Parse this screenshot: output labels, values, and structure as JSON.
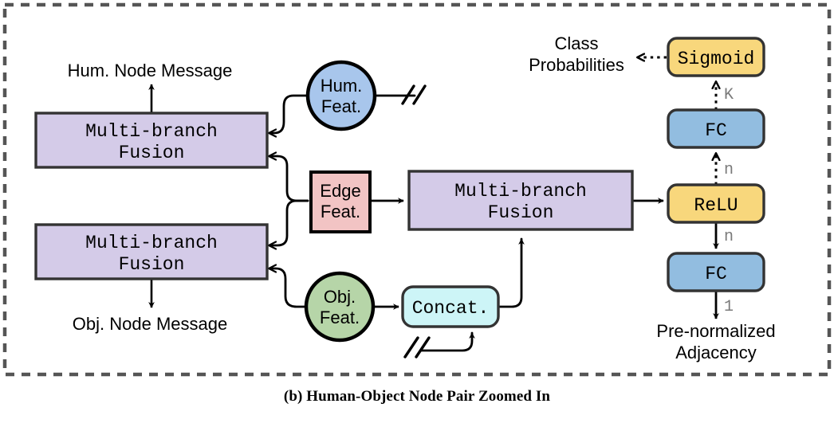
{
  "figure": {
    "caption": "(b) Human-Object Node Pair Zoomed In",
    "border_style": "dashed",
    "border_color": "#555555"
  },
  "colors": {
    "fusion_purple": "#d4cbe8",
    "human_blue": "#a8c6ec",
    "edge_pink": "#f2c4c4",
    "object_green": "#b6d5a8",
    "concat_cyan": "#cdf5f7",
    "fc_blue": "#92bde0",
    "activation_yellow": "#f8d77c",
    "outline": "#333333",
    "edge_label_gray": "#7a7a7a"
  },
  "nodes": {
    "fusion_human": {
      "line1": "Multi-branch",
      "line2": "Fusion"
    },
    "fusion_object": {
      "line1": "Multi-branch",
      "line2": "Fusion"
    },
    "fusion_edge": {
      "line1": "Multi-branch",
      "line2": "Fusion"
    },
    "human_feat": {
      "line1": "Hum.",
      "line2": "Feat."
    },
    "object_feat": {
      "line1": "Obj.",
      "line2": "Feat."
    },
    "edge_feat": {
      "line1": "Edge",
      "line2": "Feat."
    },
    "concat": {
      "label": "Concat."
    },
    "sigmoid": {
      "label": "Sigmoid"
    },
    "fc_top": {
      "label": "FC"
    },
    "relu": {
      "label": "ReLU"
    },
    "fc_bottom": {
      "label": "FC"
    }
  },
  "labels": {
    "human_node_message": "Hum. Node Message",
    "object_node_message": "Obj. Node Message",
    "class_probabilities_line1": "Class",
    "class_probabilities_line2": "Probabilities",
    "pre_normalized_line1": "Pre-normalized",
    "pre_normalized_line2": "Adjacency"
  },
  "edge_labels": {
    "k": "K",
    "n_upper": "n",
    "n_lower": "n",
    "one": "1"
  }
}
